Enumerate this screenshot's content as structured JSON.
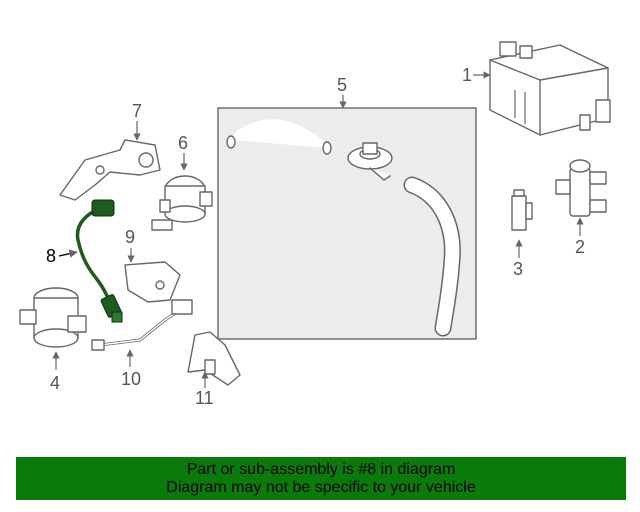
{
  "callouts": {
    "c1": "1",
    "c2": "2",
    "c3": "3",
    "c4": "4",
    "c5": "5",
    "c6": "6",
    "c7": "7",
    "c8": "8",
    "c9": "9",
    "c10": "10",
    "c11": "11"
  },
  "highlighted_part": "8",
  "colors": {
    "highlight": "#1f5a1f",
    "banner": "#0a7a0a",
    "line": "#666666"
  },
  "banner": {
    "line1": "Part or sub-assembly is #8 in diagram",
    "line2": "Diagram may not be specific to your vehicle"
  }
}
